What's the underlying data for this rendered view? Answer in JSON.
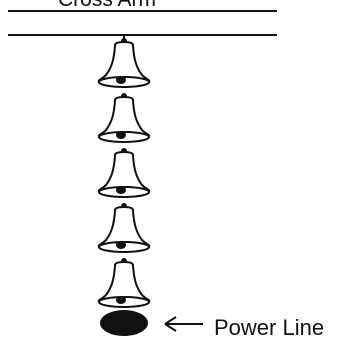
{
  "labels": {
    "cross_arm": "Cross Arm",
    "power_line": "Power Line"
  },
  "diagram": {
    "insulator_bell_count": 5,
    "stroke_color": "#111111",
    "fill_color": "#ffffff",
    "conductor_color": "#111111",
    "icons": [
      "cross-arm-bar",
      "insulator-bell",
      "power-line-conductor",
      "left-arrow-icon"
    ]
  }
}
